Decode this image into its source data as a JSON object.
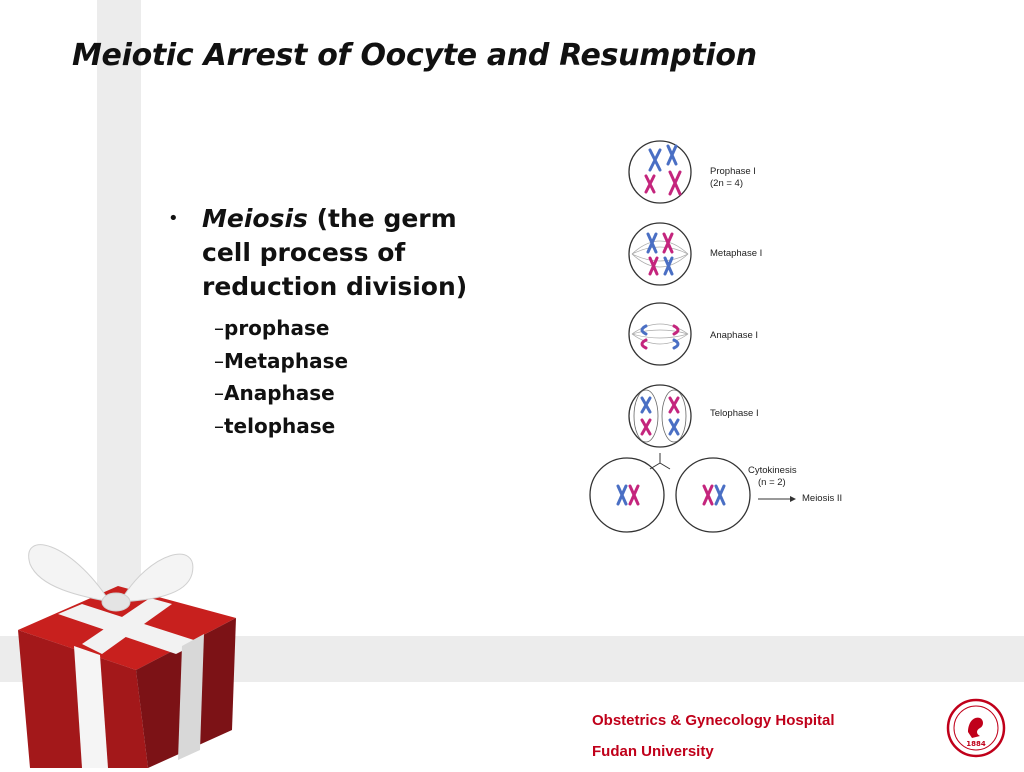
{
  "slide": {
    "title": "Meiotic Arrest of Oocyte and Resumption"
  },
  "bullets": {
    "main_term": "Meiosis",
    "main_rest": " (the germ cell process of reduction division)",
    "dash": "–",
    "sub_items": [
      "prophase",
      "Metaphase",
      "Anaphase",
      "telophase"
    ]
  },
  "figure": {
    "labels": {
      "prophase": "Prophase I",
      "prophase_count": "(2n = 4)",
      "metaphase": "Metaphase I",
      "anaphase": "Anaphase I",
      "telophase": "Telophase I",
      "cytokinesis": "Cytokinesis",
      "cytokinesis_count": "(n = 2)",
      "meiosis2": "Meiosis II"
    },
    "colors": {
      "blue": "#4a6fc4",
      "magenta": "#c4257d"
    }
  },
  "footer": {
    "line1": "Obstetrics & Gynecology Hospital",
    "line2": "Fudan University",
    "color": "#c0001a"
  },
  "seal": {
    "year": "1884"
  }
}
